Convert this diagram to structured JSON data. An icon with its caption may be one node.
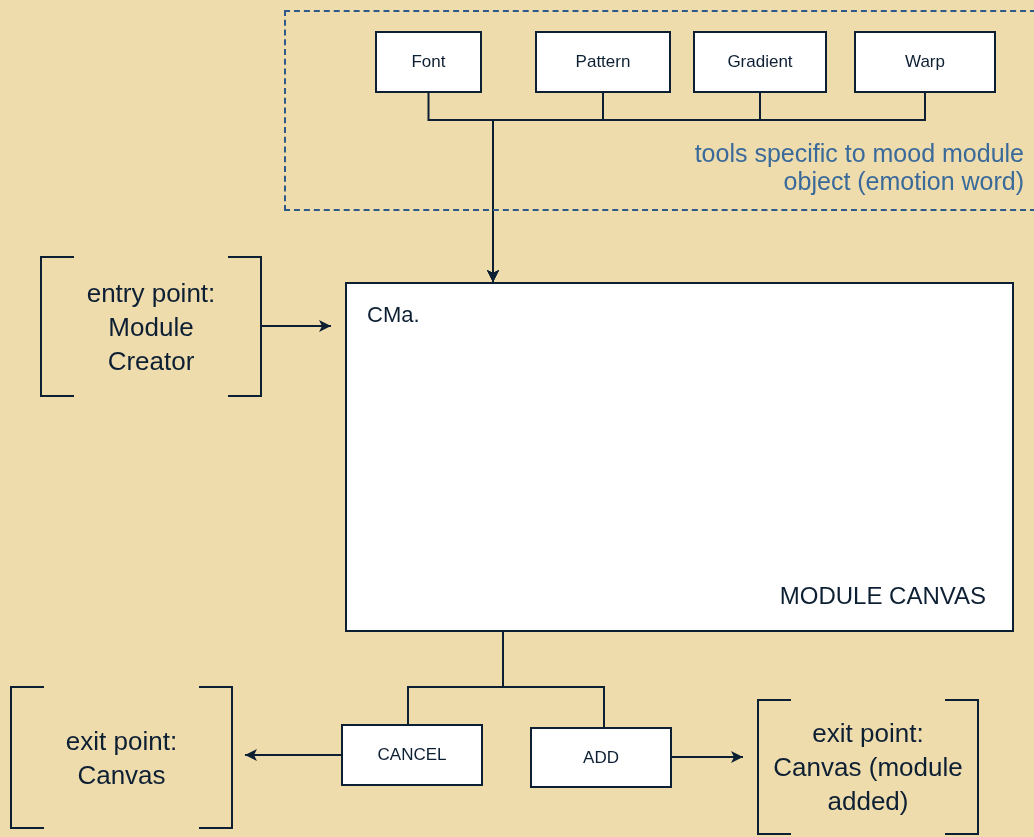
{
  "diagram": {
    "nodes": [
      {
        "text": [
          "tools specific to mood module object (emotion word)"
        ]
      },
      {
        "text": [
          "Font"
        ],
        "in": 0
      },
      {
        "text": [
          "Pattern"
        ],
        "in": 0
      },
      {
        "text": [
          "Gradient"
        ],
        "in": 0
      },
      {
        "text": [
          "Warp"
        ],
        "in": 0
      },
      {
        "text": [
          "entry point: Module Creator"
        ]
      },
      {
        "text": [
          "CMa.",
          "MODULE CANVAS"
        ]
      },
      {
        "text": [
          "CANCEL"
        ]
      },
      {
        "text": [
          "ADD"
        ]
      },
      {
        "text": [
          "exit point: Canvas"
        ]
      },
      {
        "text": [
          "exit point: Canvas (module added)"
        ]
      }
    ],
    "edges": [
      {
        "from": 1,
        "to": 6,
        "arrow": "to"
      },
      {
        "from": 2,
        "to": 6,
        "arrow": "to"
      },
      {
        "from": 3,
        "to": 6,
        "arrow": "to"
      },
      {
        "from": 4,
        "to": 6,
        "arrow": "to"
      },
      {
        "from": 5,
        "to": 6,
        "arrow": "to"
      },
      {
        "from": 6,
        "to": 7,
        "arrow": "none"
      },
      {
        "from": 6,
        "to": 8,
        "arrow": "none"
      },
      {
        "from": 7,
        "to": 9,
        "arrow": "to"
      },
      {
        "from": 8,
        "to": 10,
        "arrow": "to"
      }
    ]
  }
}
